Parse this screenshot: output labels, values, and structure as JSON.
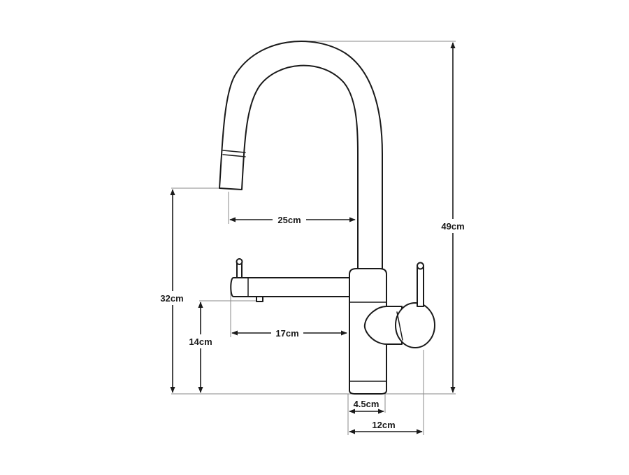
{
  "dimensions": {
    "spout_reach": "25cm",
    "total_height": "49cm",
    "spout_outlet_height": "32cm",
    "filter_outlet_height": "14cm",
    "filter_spout_reach": "17cm",
    "base_diameter": "4.5cm",
    "handle_depth": "12cm"
  },
  "colors": {
    "line": "#1a1a1a",
    "extension_line": "#8a8a8a",
    "background": "#ffffff"
  }
}
